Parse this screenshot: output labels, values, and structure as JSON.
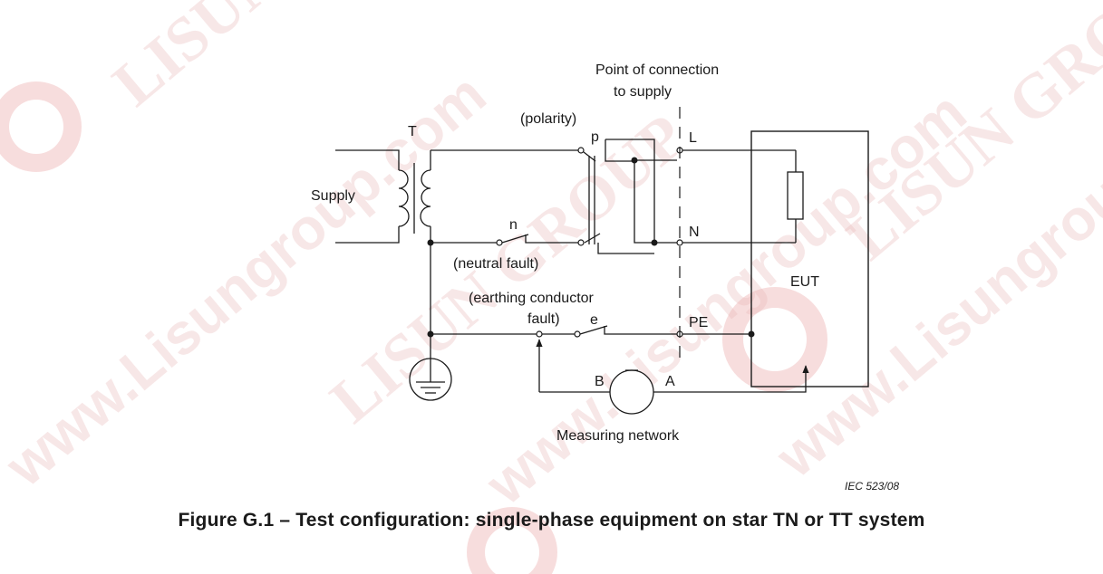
{
  "figure": {
    "caption": "Figure G.1 – Test configuration: single-phase equipment on star TN or TT system",
    "reference": "IEC  523/08"
  },
  "labels": {
    "supply": "Supply",
    "transformer": "T",
    "point_connection_line1": "Point of connection",
    "point_connection_line2": "to supply",
    "polarity": "(polarity)",
    "switch_p": "p",
    "switch_n": "n",
    "neutral_fault": "(neutral fault)",
    "earthing_line1": "(earthing conductor",
    "earthing_line2": "fault)",
    "switch_e": "e",
    "terminal_L": "L",
    "terminal_N": "N",
    "terminal_PE": "PE",
    "eut": "EUT",
    "node_B": "B",
    "node_A": "A",
    "measuring_network": "Measuring network"
  },
  "watermarks": [
    "LISUN GROUP",
    "www.Lisungroup.com"
  ]
}
